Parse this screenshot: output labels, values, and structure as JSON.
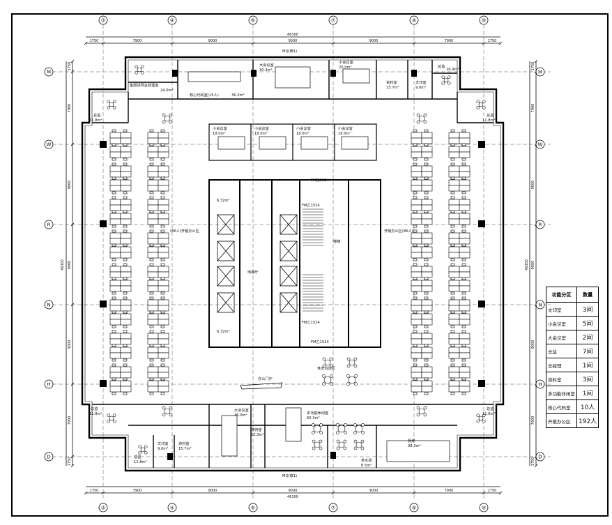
{
  "axes": {
    "columns": [
      "③",
      "④",
      "⑥",
      "⑦",
      "⑨",
      "⑩"
    ],
    "rows": [
      "M",
      "W",
      "R",
      "N",
      "H",
      "D"
    ]
  },
  "dimensions": {
    "top_total": "46300",
    "top_segments": [
      "1750",
      "7900",
      "9000",
      "9000",
      "9000",
      "7900",
      "1750"
    ],
    "bottom_total": "46300",
    "bottom_segments": [
      "1750",
      "7900",
      "9000",
      "9000",
      "9000",
      "7900",
      "1750"
    ],
    "left_total": "46300",
    "left_segments": [
      "1750",
      "7900",
      "9000",
      "9000",
      "9000",
      "7900",
      "1750"
    ],
    "right_total": "46300",
    "right_segments": [
      "1750",
      "7900",
      "9000",
      "9000",
      "9000",
      "7900",
      "1750"
    ]
  },
  "rooms": {
    "group_office": "集团领导总经理室",
    "group_office_area": "24.0m²",
    "core_office": "核心代码室(15人)",
    "core_office_area": "36.3m²",
    "large_meeting_top": "大会议室",
    "large_meeting_top_area": "30.3m²",
    "small_meeting_top": "小会议室",
    "small_meeting_top_area": "20.0m²",
    "archive_top": "资料室",
    "archive_top_area": "15.7m²",
    "print_top": "文印室",
    "print_top_area": "9.0m²",
    "manager_tr": "总监",
    "manager_tr_area": "16.9m²",
    "manager_ml": "总监",
    "manager_ml_area": "11.8m²",
    "manager_mr": "总监",
    "manager_mr_area": "11.8m²",
    "small_meeting_1": "小会议室",
    "small_meeting_2": "小会议室",
    "small_meeting_3": "小会议室",
    "small_meeting_4": "小会议室",
    "small_meeting_area": "18.0m²",
    "open_office_left": "(86人)开敞办公区",
    "open_office_right": "开敞办公区(86人)",
    "elevator_hall": "电梯厅",
    "shaft_area": "6.32m²",
    "fire_door": "FM乙1524",
    "entrance": "办公门厅",
    "lounge": "休息洽谈区",
    "manager_bl": "总监",
    "manager_bl_area": "11.8m²",
    "manager_br": "总监",
    "manager_br_area": "11.8m²",
    "large_meeting_bottom": "大会议室",
    "large_meeting_bottom_area": "36.0m²",
    "multi_room": "多功能休闲室",
    "multi_room_area": "60.3m²",
    "manager_bottom": "总监",
    "manager_bottom_area": "11.8m²",
    "print_bottom": "文印室",
    "print_bottom_area": "9.0m²",
    "archive_bottom": "资料室",
    "archive_bottom_area": "15.7m²",
    "reception": "接待室",
    "reception_area": "12.3m²",
    "pantry": "茶水间",
    "pantry_area": "8.5m²",
    "kitchen": "厨房",
    "kitchen_area": "38.3m²",
    "stair_label": "楼梯",
    "glass_wall": "MQ(玻1)"
  },
  "legend": {
    "header_function": "功能分区",
    "header_count": "数量",
    "rows": [
      {
        "name": "文印室",
        "count": "3间"
      },
      {
        "name": "小会议室",
        "count": "5间"
      },
      {
        "name": "大会议室",
        "count": "2间"
      },
      {
        "name": "总监",
        "count": "7间"
      },
      {
        "name": "总经理",
        "count": "1间"
      },
      {
        "name": "资料室",
        "count": "3间"
      },
      {
        "name": "多功能休闲室",
        "count": "1间"
      },
      {
        "name": "核心代码室",
        "count": "10人"
      },
      {
        "name": "开敞办公区",
        "count": "192人"
      }
    ]
  }
}
